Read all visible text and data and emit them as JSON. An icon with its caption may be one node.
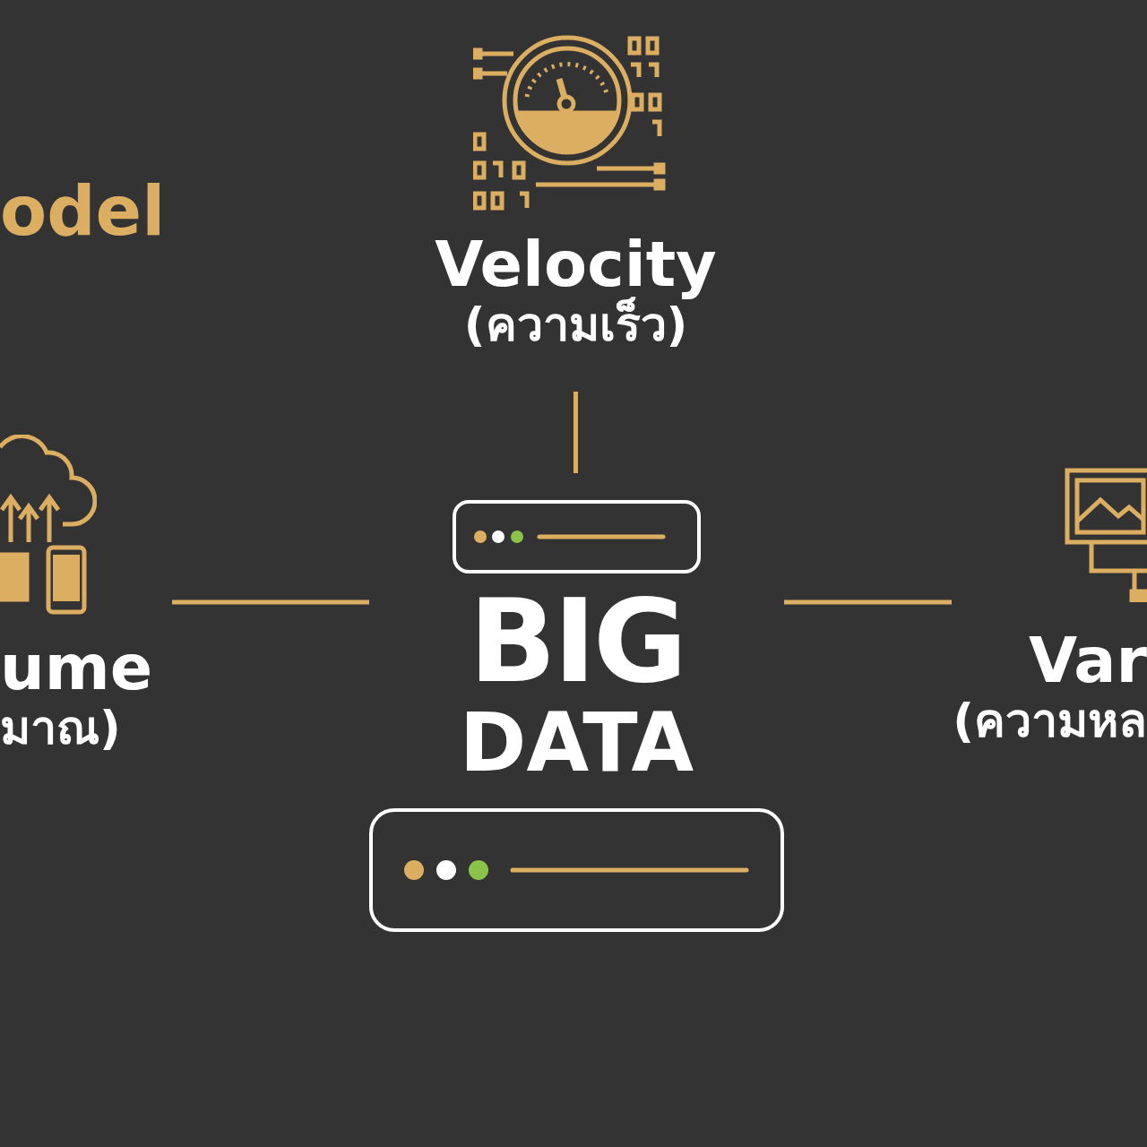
{
  "diagram": {
    "nodes": [
      {
        "text": [
          "Velocity",
          "(ความเร็ว)"
        ]
      },
      {
        "text": [
          "ume",
          "มาณ)"
        ]
      },
      {
        "text": [
          "BIG",
          "DATA"
        ]
      },
      {
        "text": [
          "Var",
          "(ความหล"
        ]
      }
    ],
    "edges": [
      {
        "from": 0,
        "to": 2,
        "arrow": "none"
      },
      {
        "from": 1,
        "to": 2,
        "arrow": "none"
      },
      {
        "from": 2,
        "to": 3,
        "arrow": "none"
      }
    ],
    "labels": [
      "odel"
    ]
  }
}
